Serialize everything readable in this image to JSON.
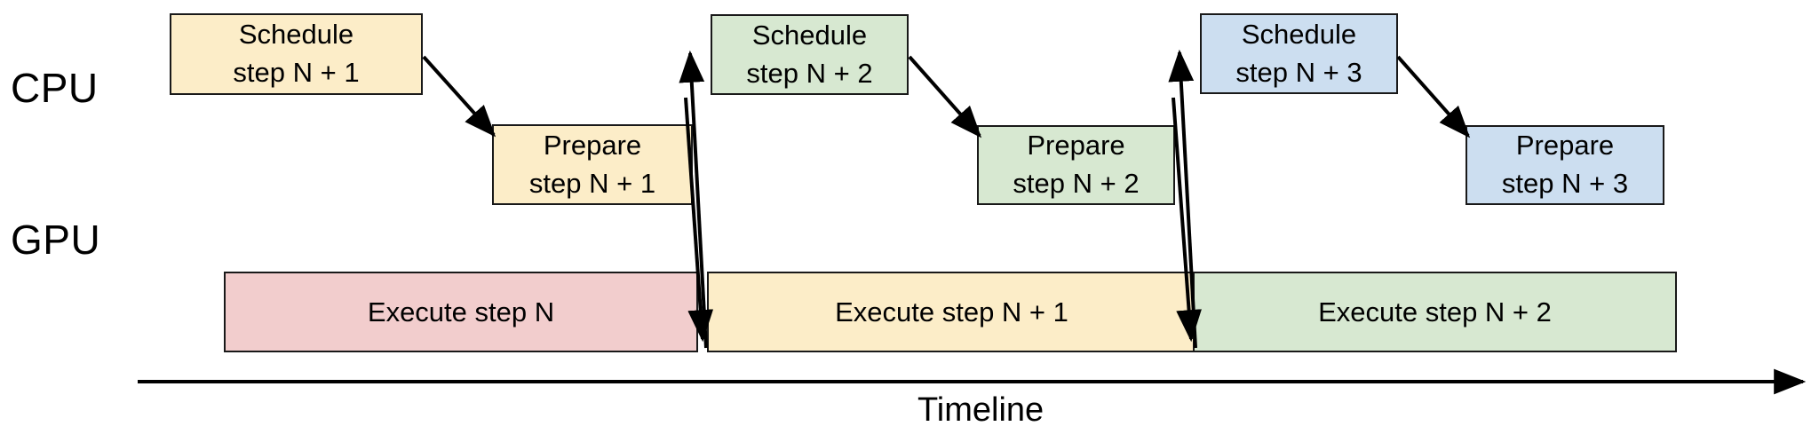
{
  "diagram": {
    "title_axis_label": "Timeline",
    "lanes": [
      {
        "id": "cpu",
        "label": "CPU"
      },
      {
        "id": "gpu",
        "label": "GPU"
      }
    ],
    "colors": {
      "stroke": "#191919",
      "yellow_fill": "#fcedc8",
      "green_fill": "#d7e8d1",
      "blue_fill": "#ccdef0",
      "pink_fill": "#f2cdcd",
      "text": "#000000",
      "background": "#ffffff"
    },
    "cpu_schedule_boxes": [
      {
        "line1": "Schedule",
        "line2": "step N + 1",
        "fill": "#fcedc8"
      },
      {
        "line1": "Schedule",
        "line2": "step N + 2",
        "fill": "#d7e8d1"
      },
      {
        "line1": "Schedule",
        "line2": "step N + 3",
        "fill": "#ccdef0"
      }
    ],
    "cpu_prepare_boxes": [
      {
        "line1": "Prepare",
        "line2": "step N + 1",
        "fill": "#fcedc8"
      },
      {
        "line1": "Prepare",
        "line2": "step N + 2",
        "fill": "#d7e8d1"
      },
      {
        "line1": "Prepare",
        "line2": "step N + 3",
        "fill": "#ccdef0"
      }
    ],
    "gpu_execute_boxes": [
      {
        "label": "Execute step N",
        "fill": "#f2cdcd"
      },
      {
        "label": "Execute step N + 1",
        "fill": "#fcedc8"
      },
      {
        "label": "Execute step N + 2",
        "fill": "#d7e8d1"
      }
    ]
  }
}
